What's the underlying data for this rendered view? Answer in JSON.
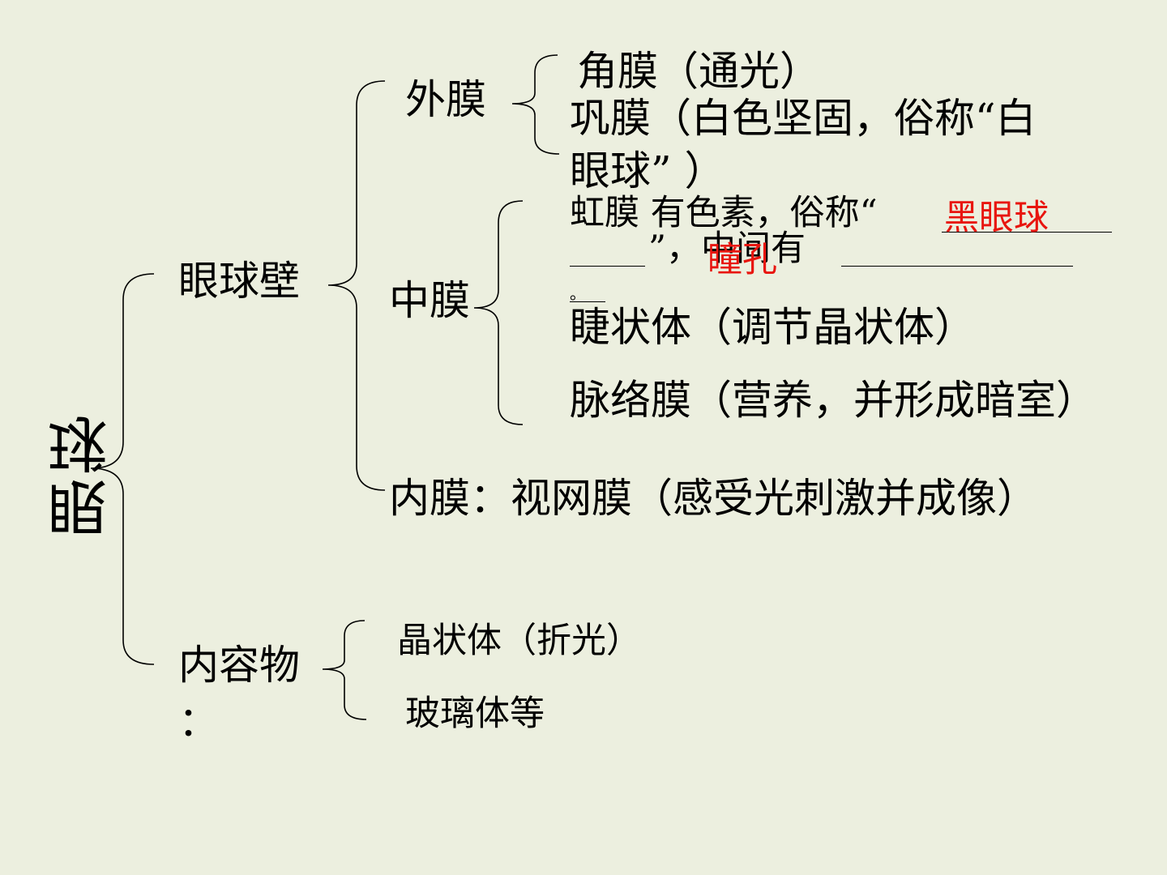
{
  "root": "眼球",
  "wall": {
    "label": "眼球壁",
    "outer": {
      "label": "外膜",
      "cornea": "角膜（通光）",
      "sclera_line1": "巩膜（白色坚固，俗称“白",
      "sclera_line2": "眼球”  ）"
    },
    "middle": {
      "label": "中膜",
      "iris_line1": "虹膜  有色素，俗称“",
      "iris_answer1": "黑眼球",
      "iris_line2": "”，中间有",
      "iris_answer2": "瞳孔",
      "iris_end": "。",
      "ciliary": "睫状体（调节晶状体）",
      "choroid": "脉络膜（营养，并形成暗室）"
    },
    "inner": "内膜：视网膜（感受光刺激并成像）"
  },
  "contents": {
    "label_line1": "内容物",
    "label_line2": "：",
    "lens": "晶状体（折光）",
    "vitreous": "玻璃体等"
  }
}
